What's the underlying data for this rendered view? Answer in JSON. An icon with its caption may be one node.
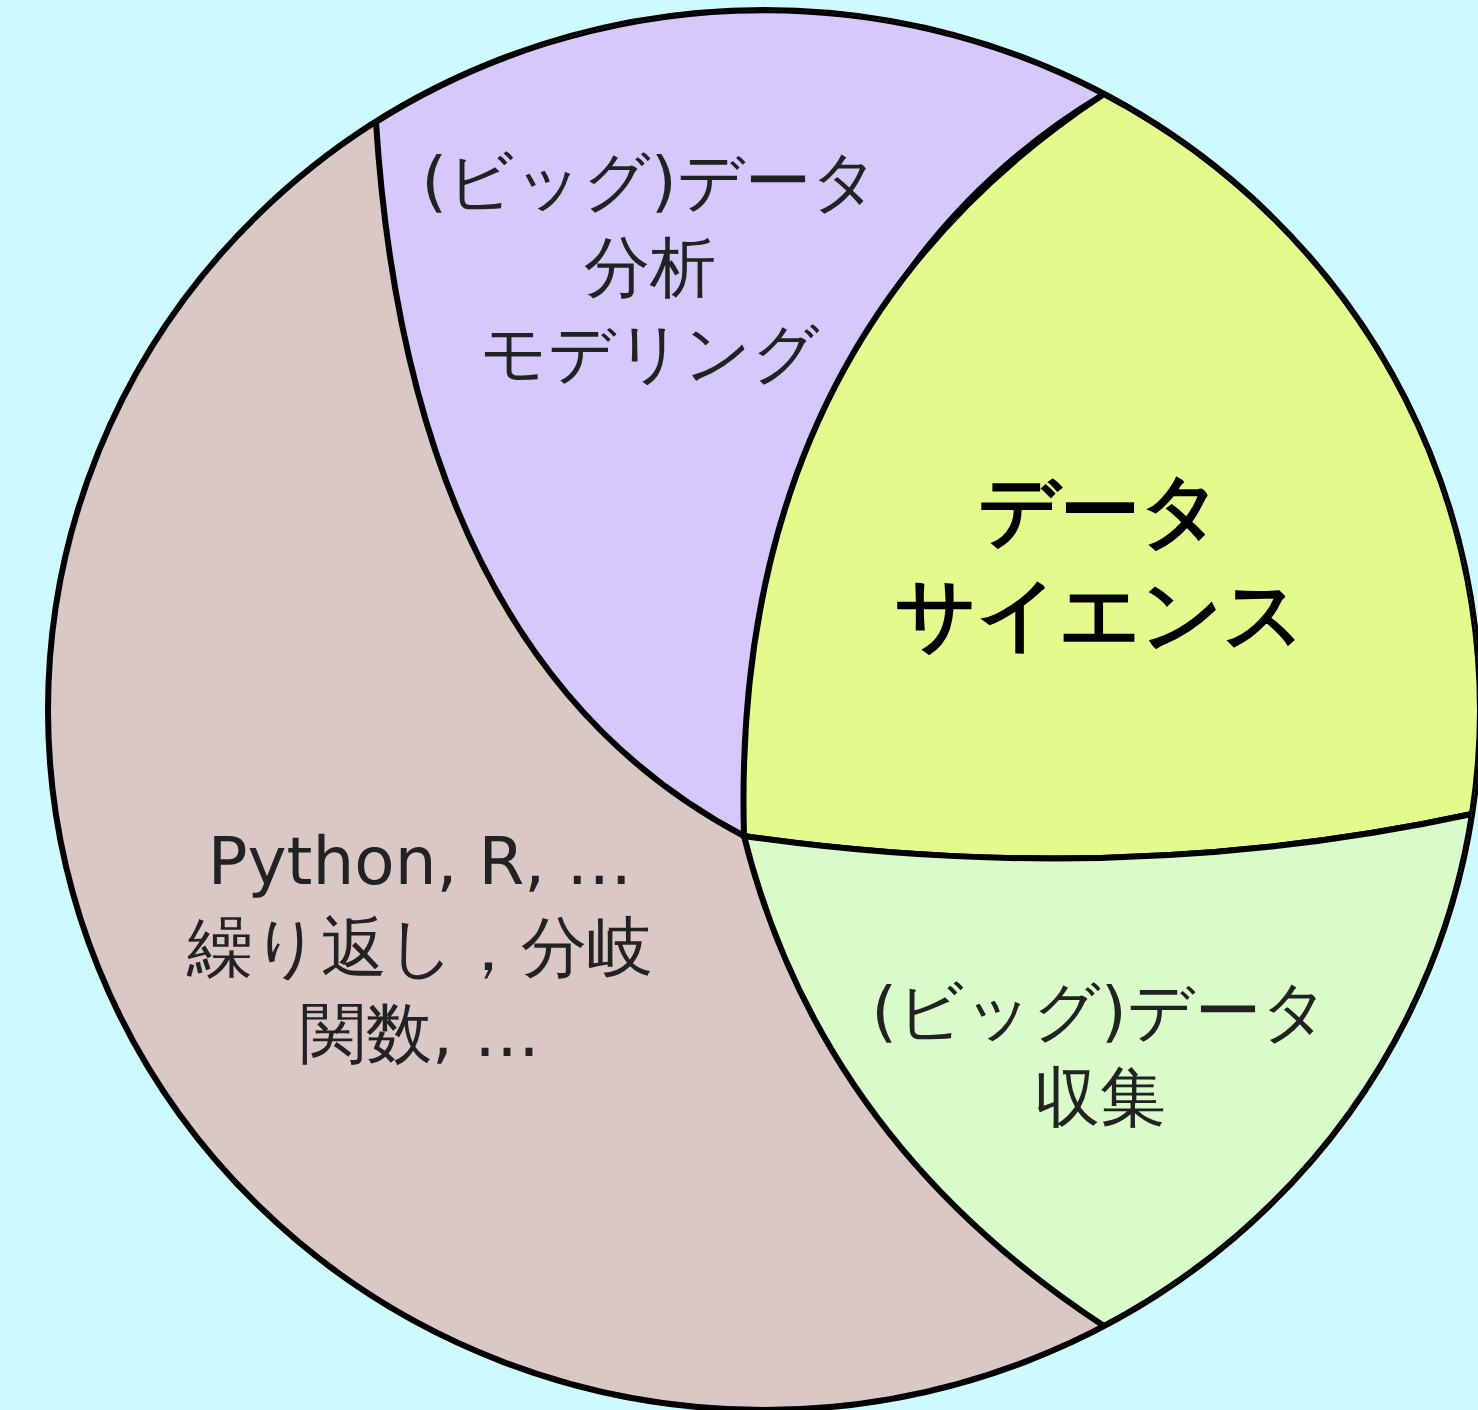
{
  "diagram": {
    "nodes": [
      {
        "text": [
          "Python, R, …",
          "繰り返し，分岐",
          "関数, …"
        ]
      },
      {
        "text": [
          "(ビッグ)データ",
          "分析",
          "モデリング"
        ],
        "in": 0
      },
      {
        "text": [
          "データ",
          "サイエンス"
        ],
        "in": 0
      },
      {
        "text": [
          "(ビッグ)データ",
          "収集"
        ],
        "in": 0
      }
    ]
  }
}
